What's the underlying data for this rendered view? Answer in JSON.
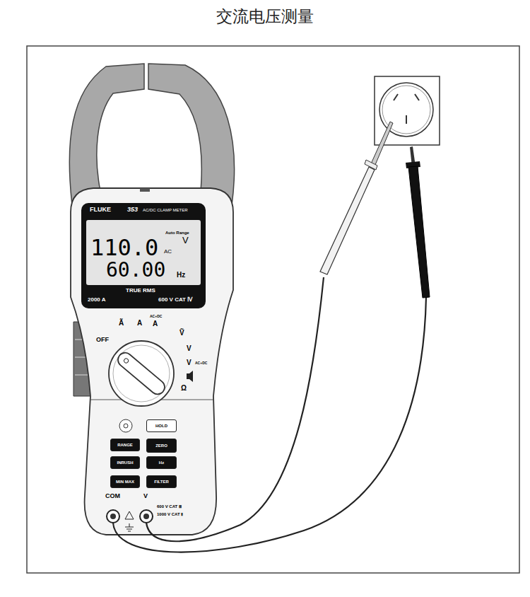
{
  "diagram": {
    "title": "交流电压测量",
    "nodes": [
      {
        "text": [
          "HOLD"
        ]
      },
      {
        "text": [
          "RANGE"
        ]
      },
      {
        "text": [
          "ZERO"
        ]
      },
      {
        "text": [
          "INRUSH"
        ]
      },
      {
        "text": [
          "Hz"
        ]
      },
      {
        "text": [
          "MIN MAX"
        ]
      },
      {
        "text": [
          "FILTER"
        ]
      }
    ],
    "labels": [
      "FLUKE",
      "353",
      "AC/DC CLAMP METER",
      "Auto Range",
      "V",
      "110.0",
      "AC",
      "60.00",
      "Hz",
      "TRUE RMS",
      "2000 A",
      "600 V CAT Ⅳ",
      "OFF",
      "Ã",
      "A",
      "AC+DC",
      "A",
      "Ṽ",
      "V",
      "V",
      "AC+DC",
      "Ω",
      "COM",
      "V",
      "600 V CAT Ⅲ",
      "1000 V CAT Ⅱ"
    ]
  }
}
